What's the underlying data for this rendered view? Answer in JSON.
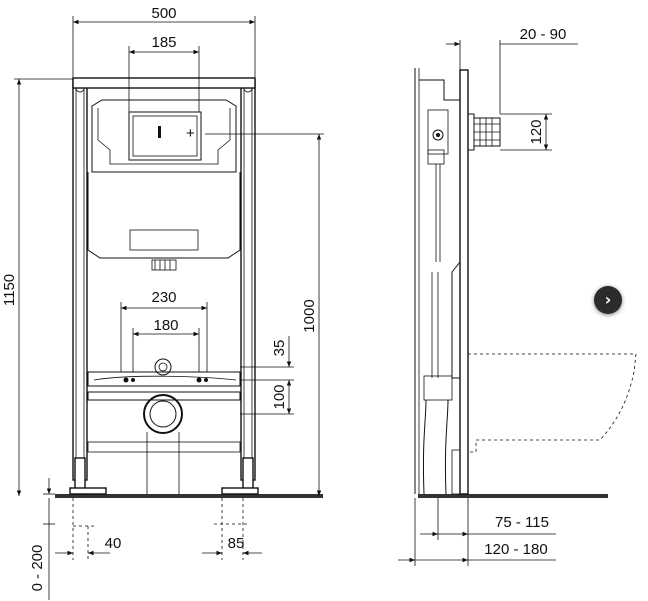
{
  "dimensions": {
    "frame_width": "500",
    "plate_width": "185",
    "total_height": "1150",
    "outlet_spacing": "230",
    "bolt_spacing": "180",
    "bolt_height": "1000",
    "offset_35": "35",
    "offset_100": "100",
    "foot_offset": "40",
    "foot_width": "85",
    "floor_adjust": "0 - 200",
    "side_depth": "20 - 90",
    "pipe_height": "120",
    "wall_depth": "75 - 115",
    "total_depth": "120 - 180"
  },
  "controls": {
    "next_icon": "chevron-right-icon",
    "next_symbol": "›"
  }
}
